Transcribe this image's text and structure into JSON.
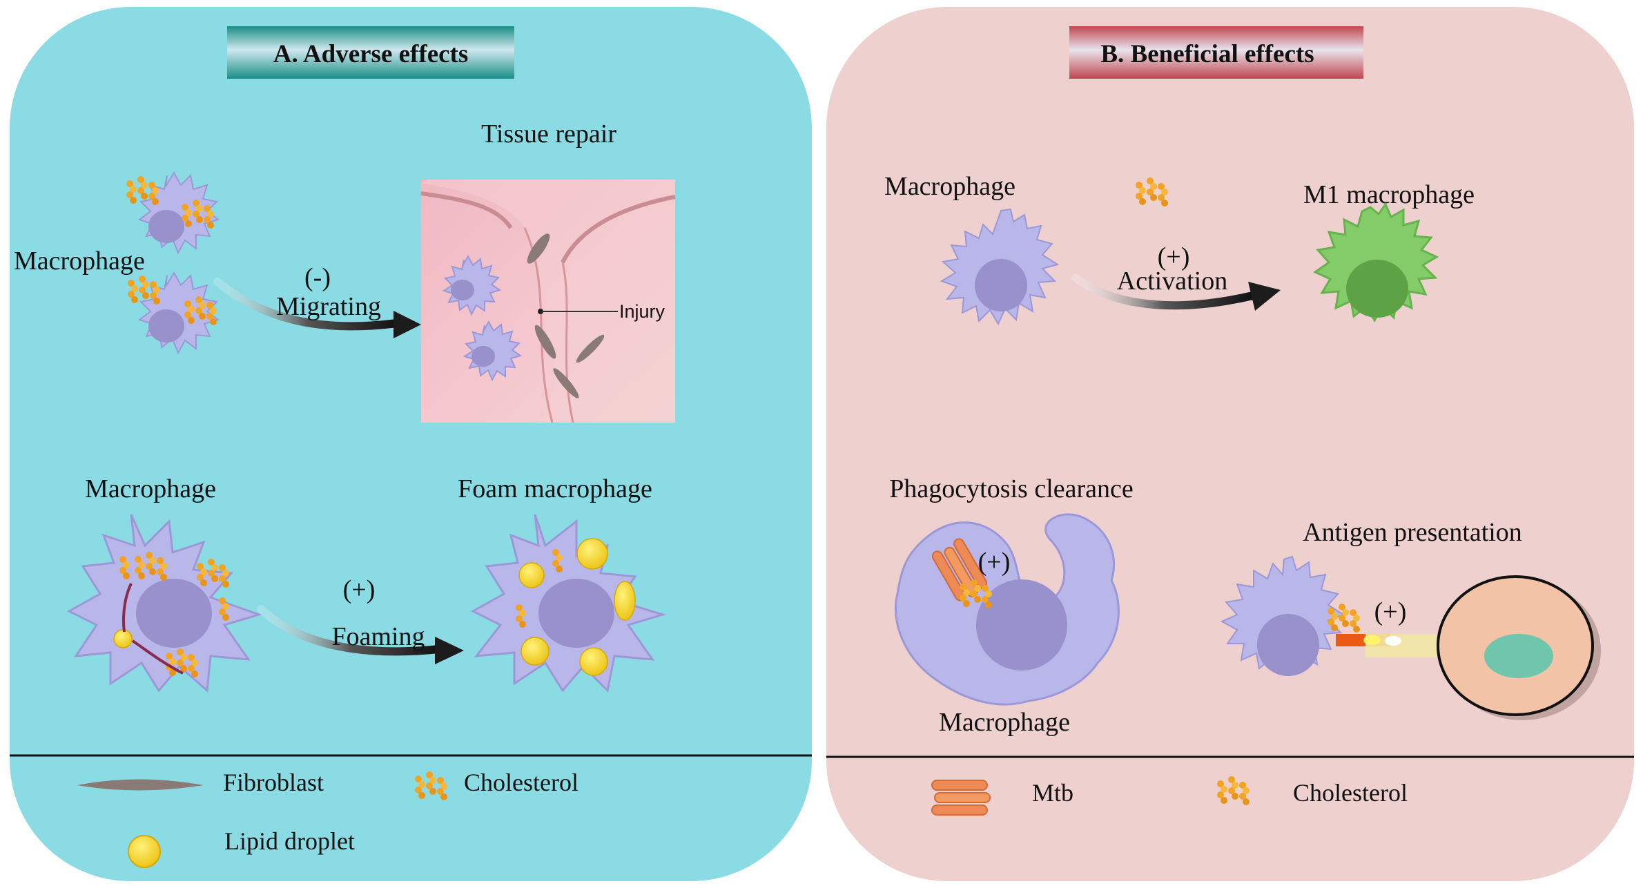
{
  "panels": {
    "adverse": {
      "title": "A. Adverse effects",
      "tissue_repair": "Tissue repair",
      "macrophage_1": "Macrophage",
      "migrating_sign": "(-)",
      "migrating": "Migrating",
      "injury": "Injury",
      "macrophage_2": "Macrophage",
      "foam_macrophage": "Foam macrophage",
      "foaming_sign": "(+)",
      "foaming": "Foaming",
      "legend": {
        "fibroblast": "Fibroblast",
        "cholesterol": "Cholesterol",
        "lipid_droplet": "Lipid droplet"
      }
    },
    "beneficial": {
      "title": "B. Beneficial effects",
      "macrophage_1": "Macrophage",
      "activation_sign": "(+)",
      "activation": "Activation",
      "m1_macrophage": "M1 macrophage",
      "phagocytosis": "Phagocytosis clearance",
      "phagocytosis_sign": "(+)",
      "macrophage_2": "Macrophage",
      "antigen_presentation": "Antigen presentation",
      "antigen_sign": "(+)",
      "legend": {
        "mtb": "Mtb",
        "cholesterol": "Cholesterol"
      }
    }
  },
  "colors": {
    "panel_a_bg": "#8adbe4",
    "panel_b_bg": "#eed0cf",
    "macrophage": "#b9b6ea",
    "nucleus": "#9891cc",
    "m1": "#84cc6a",
    "cholesterol": "#f2a321",
    "lipid": "#f5cf1f",
    "mtb": "#ee8a55",
    "arrow": "#1c1c1c"
  }
}
